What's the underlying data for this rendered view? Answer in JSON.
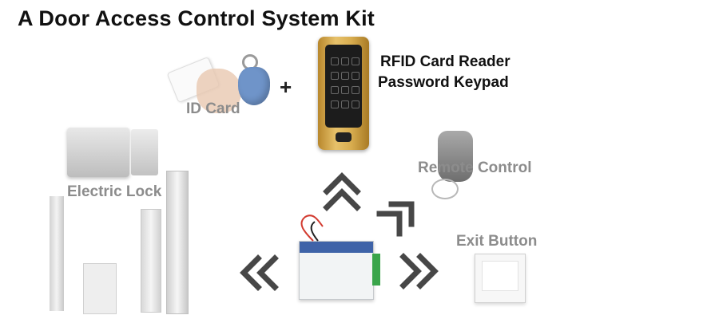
{
  "title": "A Door Access Control System Kit",
  "labels": {
    "id_card": "ID Card",
    "plus": "+",
    "reader_line1": "RFID Card Reader",
    "reader_line2": "Password Keypad",
    "remote": "Remote Control",
    "electric_lock": "Electric Lock",
    "exit_button": "Exit Button"
  },
  "colors": {
    "arrow_gray": "#474747",
    "label_gray": "#8c8c8c",
    "reader_gold": "#d8ad4f"
  },
  "icons": {
    "arrow_up": "double-chevron-up-icon",
    "arrow_up_right": "double-chevron-up-right-icon",
    "arrow_left": "double-chevron-left-icon",
    "arrow_right": "double-chevron-right-icon"
  }
}
